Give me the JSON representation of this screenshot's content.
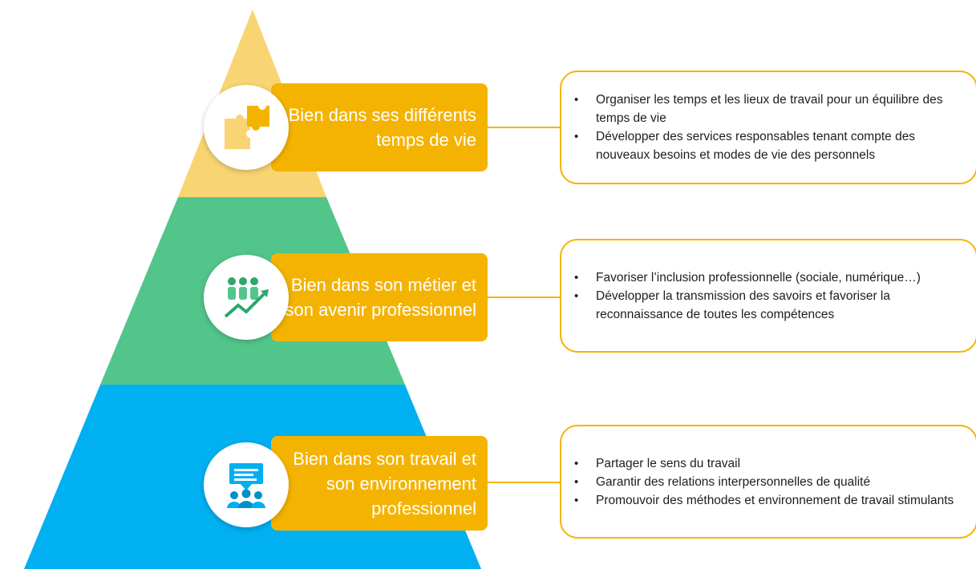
{
  "colors": {
    "top_tier": "#f9d472",
    "middle_tier": "#52c58a",
    "bottom_tier": "#00b0f0",
    "accent": "#f5b301"
  },
  "tiers": [
    {
      "icon": "puzzle-icon",
      "label_lines": [
        "Bien dans ses différents",
        "temps de vie"
      ],
      "bullets": [
        "Organiser les temps et les lieux de travail pour un équilibre des temps de vie",
        "Développer des services responsables tenant compte des nouveaux besoins et modes de vie des personnels"
      ]
    },
    {
      "icon": "team-growth-icon",
      "label_lines": [
        "Bien dans son métier et",
        "son avenir professionnel"
      ],
      "bullets": [
        "Favoriser l’inclusion professionnelle (sociale, numérique…)",
        "Développer la transmission des savoirs et favoriser la reconnaissance de toutes les compétences"
      ]
    },
    {
      "icon": "team-communication-icon",
      "label_lines": [
        "Bien dans son travail et",
        "son environnement",
        "professionnel"
      ],
      "bullets": [
        "Partager le sens du travail",
        "Garantir des relations interpersonnelles de qualité",
        "Promouvoir des méthodes et environnement de travail stimulants"
      ]
    }
  ]
}
